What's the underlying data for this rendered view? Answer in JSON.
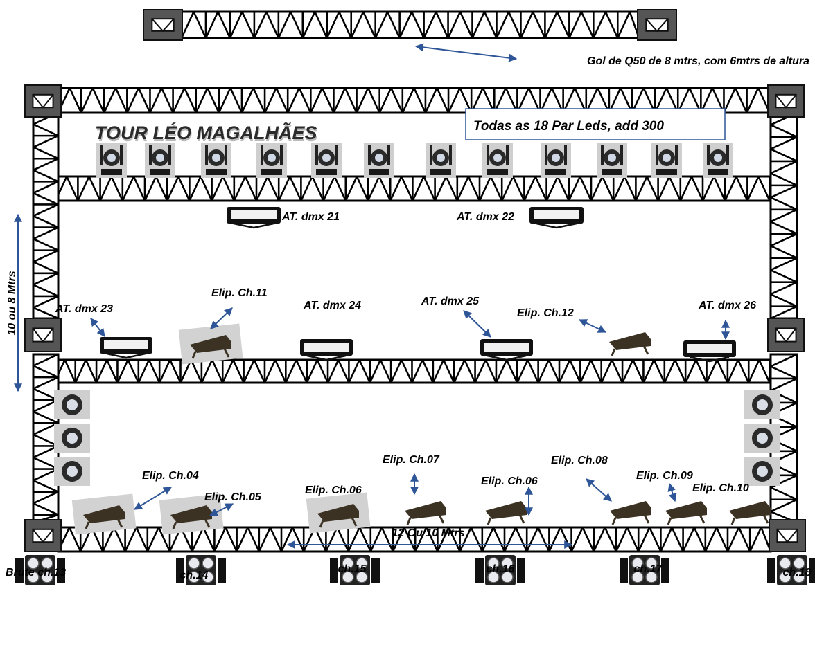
{
  "goal_post_note": "Gol de Q50 de 8 mtrs, com 6mtrs de altura",
  "title": "TOUR LÉO MAGALHÃES",
  "par_led_note": "Todas as 18 Par Leds, add 300",
  "height_note": "10 ou 8 Mtrs",
  "width_note": "12  Ou 10 Mtrs",
  "atomic_labels": [
    "AT. dmx 21",
    "AT. dmx 22",
    "AT. dmx 23",
    "AT. dmx 24",
    "AT. dmx 25",
    "AT. dmx 26"
  ],
  "ellipsoidal_labels": [
    "Elip. Ch.11",
    "Elip. Ch.12",
    "Elip. Ch.04",
    "Elip. Ch.05",
    "Elip. Ch.06",
    "Elip. Ch.07",
    "Elip. Ch.06",
    "Elip. Ch.08",
    "Elip. Ch.09",
    "Elip. Ch.10"
  ],
  "brute_labels": [
    "Brute ch.13",
    "ch.14",
    "ch.15",
    "ch.16",
    "ch.17",
    "ch.18"
  ],
  "colors": {
    "truss": "#000000",
    "corner_fill": "#555555",
    "arrow": "#2e5597",
    "box_border": "#2e5597",
    "fixture_bg": "#cfcfcf"
  },
  "icons": {
    "par_led": "moving-head-icon",
    "atomic": "strobe-icon",
    "ellipsoidal": "ellipsoidal-spot-icon",
    "brute": "four-lite-blinder-icon",
    "side_par": "par-can-icon"
  }
}
